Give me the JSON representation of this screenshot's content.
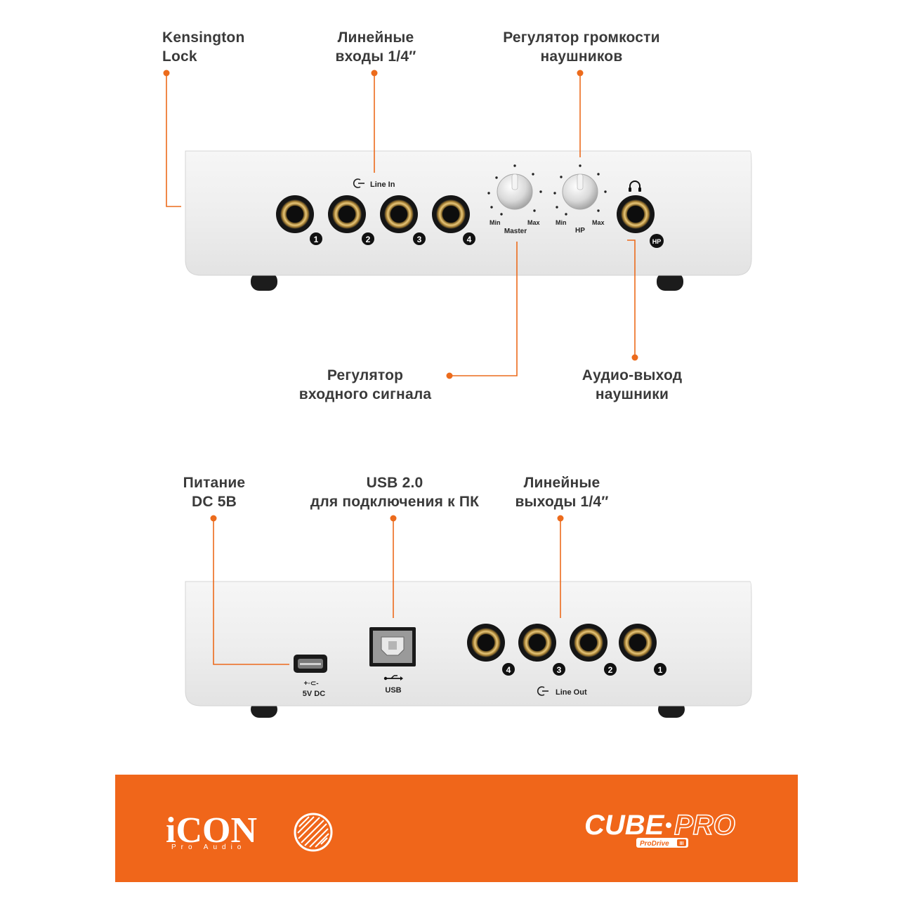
{
  "accent_color": "#ec6b1c",
  "callouts": {
    "kensington": [
      "Kensington",
      "Lock"
    ],
    "line_inputs": [
      "Линейные",
      "входы 1/4″"
    ],
    "hp_volume": [
      "Регулятор громкости",
      "наушников"
    ],
    "input_gain": [
      "Регулятор",
      "входного сигнала"
    ],
    "hp_output": [
      "Аудио-выход",
      "наушники"
    ],
    "power": [
      "Питание",
      "DC 5В"
    ],
    "usb": [
      "USB 2.0",
      "для подключения к ПК"
    ],
    "line_outputs": [
      "Линейные",
      "выходы 1/4″"
    ]
  },
  "front_panel": {
    "line_in_label": "Line In",
    "input_numbers": [
      "1",
      "2",
      "3",
      "4"
    ],
    "knob_master": {
      "min": "Min",
      "max": "Max",
      "label": "Master"
    },
    "knob_hp": {
      "min": "Min",
      "max": "Max",
      "label": "HP"
    },
    "hp_badge": "HP"
  },
  "rear_panel": {
    "dc_symbol": "+◦⊂-",
    "dc_label": "5V DC",
    "usb_label": "USB",
    "line_out_label": "Line Out",
    "output_numbers": [
      "4",
      "3",
      "2",
      "1"
    ]
  },
  "banner": {
    "background": "#f0661a",
    "brand_logo": "iCON",
    "brand_sub": "Pro Audio",
    "product_name_a": "CUBE",
    "product_name_b": "PRO",
    "product_badge": "ProDrive",
    "product_badge_num": "III"
  }
}
